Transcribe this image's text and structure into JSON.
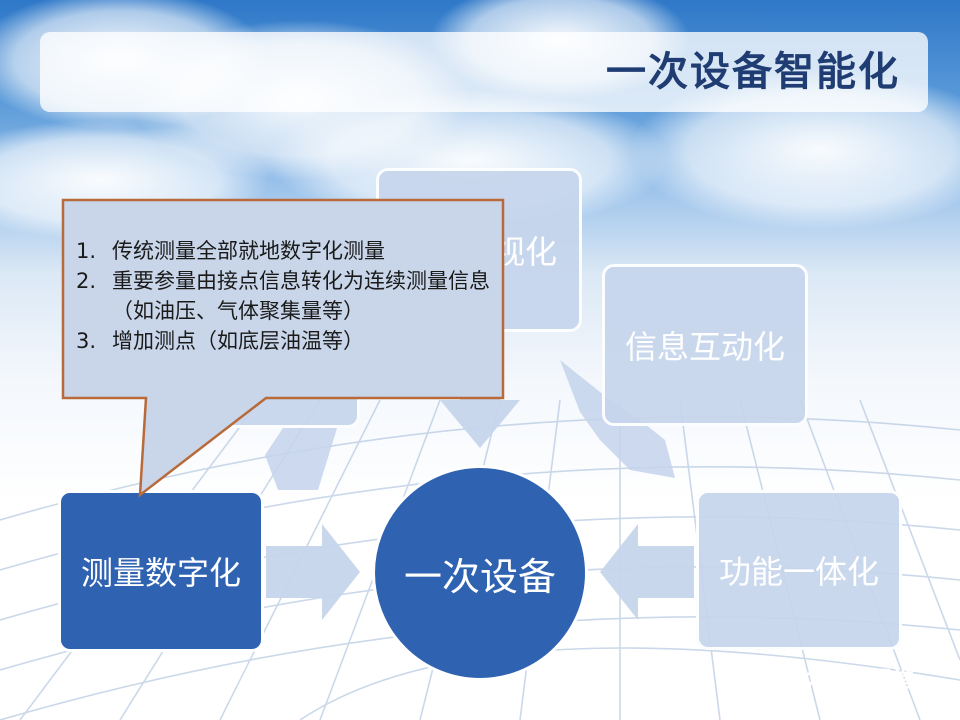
{
  "slide": {
    "title": "一次设备智能化"
  },
  "diagram": {
    "center": "一次设备",
    "nodes": {
      "measurement": "测量数字化",
      "visual_partial": "视化",
      "info_interaction": "信息互动化",
      "function_integration": "功能一体化"
    }
  },
  "callout": {
    "items": [
      {
        "num": "1.",
        "text": "传统测量全部就地数字化测量"
      },
      {
        "num": "2.",
        "text": "重要参量由接点信息转化为连续测量信息（如油压、气体聚集量等）"
      },
      {
        "num": "3.",
        "text": "增加测点（如底层油温等）"
      }
    ]
  },
  "watermark": {
    "text": "电力知识课堂",
    "icon": "wechat-icon"
  },
  "colors": {
    "node_dark": "#2f63b2",
    "node_light": "#c6d5ec",
    "callout_fill": "#c9d6ea",
    "callout_border": "#b86a3a",
    "title": "#1f3d73"
  }
}
